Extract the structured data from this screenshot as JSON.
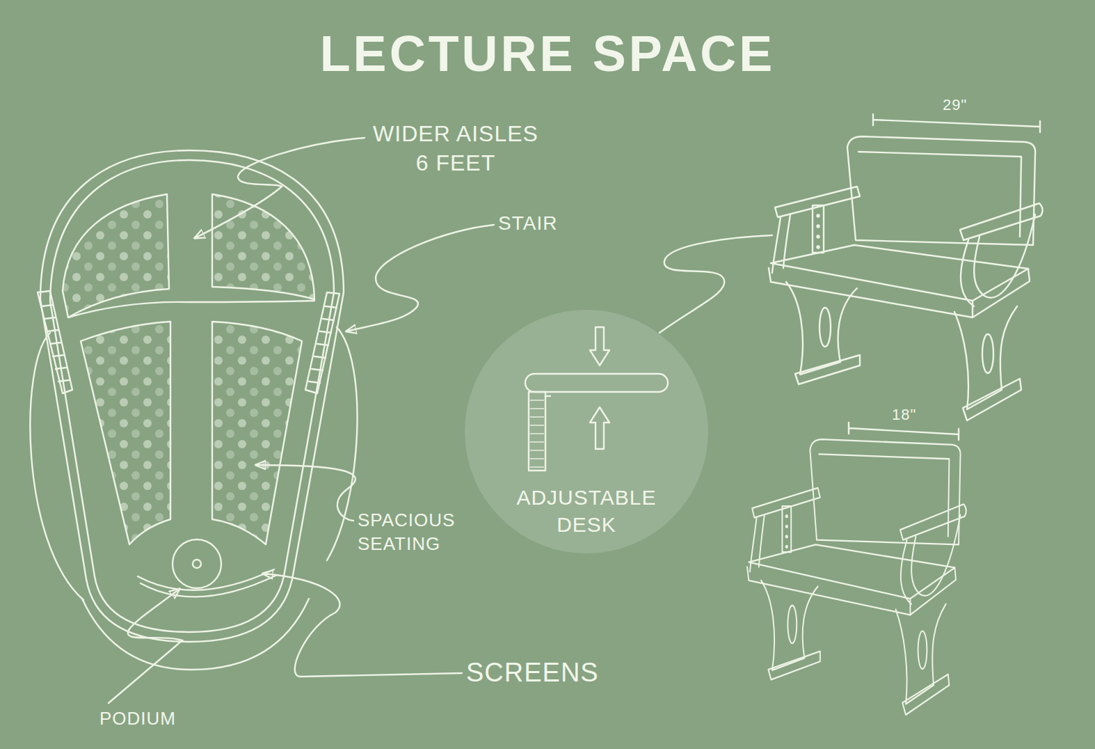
{
  "diagram": {
    "title": "LECTURE SPACE",
    "nodes": [
      {
        "text": [
          "ADJUSTABLE DESK"
        ]
      }
    ],
    "labels": [
      "WIDER AISLES 6 FEET",
      "STAIR",
      "SPACIOUS SEATING",
      "SCREENS",
      "PODIUM",
      "29\"",
      "18\""
    ]
  }
}
